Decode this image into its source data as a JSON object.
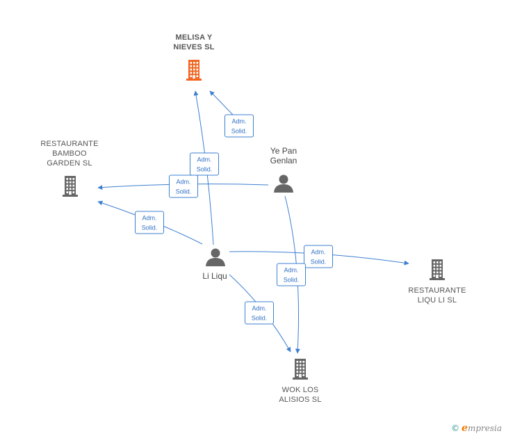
{
  "nodes": {
    "melisa": {
      "label": "MELISA Y\nNIEVES  SL",
      "type": "company",
      "color": "#f26522"
    },
    "bamboo": {
      "label": "RESTAURANTE\nBAMBOO\nGARDEN SL",
      "type": "company",
      "color": "#666666"
    },
    "liqu_sl": {
      "label": "RESTAURANTE\nLIQU LI  SL",
      "type": "company",
      "color": "#666666"
    },
    "wok": {
      "label": "WOK LOS\nALISIOS  SL",
      "type": "company",
      "color": "#666666"
    },
    "yepan": {
      "label": "Ye Pan\nGenlan",
      "type": "person",
      "color": "#666666"
    },
    "liliqu": {
      "label": "Li Liqu",
      "type": "person",
      "color": "#666666"
    }
  },
  "edges": [
    {
      "from": "yepan",
      "to": "melisa",
      "line1": "Adm.",
      "line2": "Solid."
    },
    {
      "from": "liliqu",
      "to": "melisa",
      "line1": "Adm.",
      "line2": "Solid."
    },
    {
      "from": "yepan",
      "to": "bamboo",
      "line1": "Adm.",
      "line2": "Solid."
    },
    {
      "from": "liliqu",
      "to": "bamboo",
      "line1": "Adm.",
      "line2": "Solid."
    },
    {
      "from": "liliqu",
      "to": "liqu_sl",
      "line1": "Adm.",
      "line2": "Solid."
    },
    {
      "from": "yepan",
      "to": "wok",
      "line1": "Adm.",
      "line2": "Solid."
    },
    {
      "from": "liliqu",
      "to": "wok",
      "line1": "Adm.",
      "line2": "Solid."
    }
  ],
  "colors": {
    "edge": "#3d7fd1",
    "icon": "#666666",
    "highlight": "#f26522"
  },
  "brand": {
    "copyright": "©",
    "initial": "e",
    "rest": "mpresia"
  }
}
